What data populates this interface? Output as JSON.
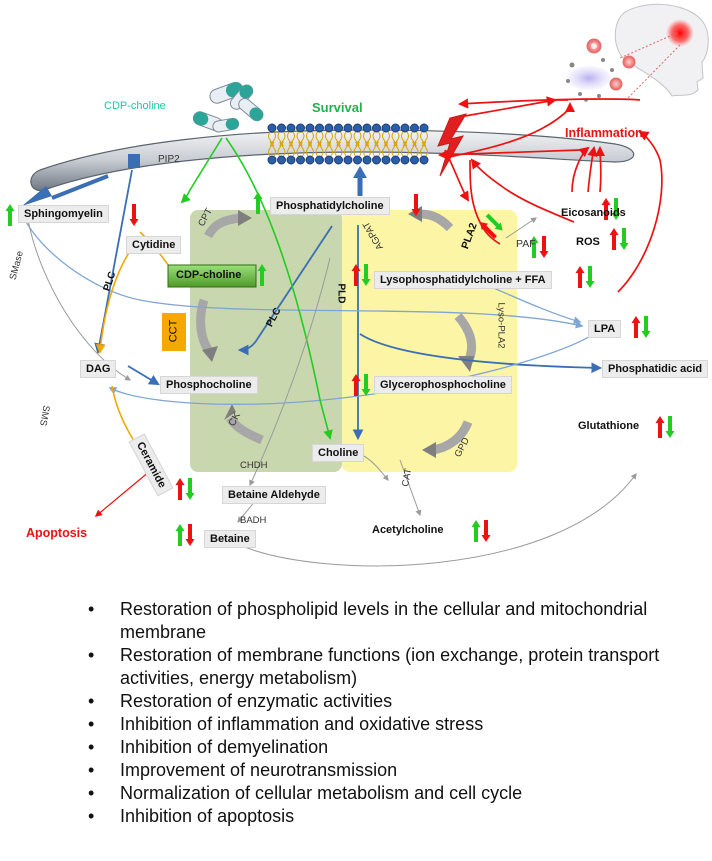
{
  "labels": {
    "cdp_choline_top": "CDP-choline",
    "survival": "Survival",
    "inflammation": "Inflammation",
    "pip2": "PIP2",
    "sphingomyelin": "Sphingomyelin",
    "cytidine": "Cytidine",
    "cpt": "CPT",
    "phosphatidylcholine": "Phosphatidylcholine",
    "pla2": "PLA2",
    "agpat": "AGPAT",
    "paf": "PAF",
    "eicosanoids": "Eicosanoids",
    "ros": "ROS",
    "smase": "SMase",
    "plc_left": "PLC",
    "cdp_choline_box": "CDP-choline",
    "lysopc": "Lysophosphatidylcholine + FFA",
    "cct": "CCT",
    "plc_mid": "PLC",
    "pld": "PLD",
    "lyso_pla2": "Lyso-PLA2",
    "lpa": "LPA",
    "dag": "DAG",
    "phosphocholine": "Phosphocholine",
    "gpc": "Glycerophosphocholine",
    "phosphatidic_acid": "Phosphatidic  acid",
    "sms": "SMS",
    "glutathione": "Glutathione",
    "ck": "CK",
    "choline": "Choline",
    "gpd": "GPD",
    "ceramide": "Ceramide",
    "chdh": "CHDH",
    "cat": "CAT",
    "betaine_aldehyde": "Betaine Aldehyde",
    "apoptosis": "Apoptosis",
    "badh": "BADH",
    "betaine": "Betaine",
    "acetylcholine": "Acetylcholine"
  },
  "bullets": [
    "Restoration of phospholipid levels in the cellular and mitochondrial membrane",
    "Restoration of membrane functions (ion exchange, protein transport activities, energy metabolism)",
    "Restoration of enzymatic activities",
    "Inhibition of inflammation and oxidative stress",
    "Inhibition of demyelination",
    "Improvement of neurotransmission",
    "Normalization of cellular metabolism and cell cycle",
    "Inhibition of apoptosis"
  ],
  "colors": {
    "up": "#22cc22",
    "down": "#ee1111",
    "inflammation": "#ee1111",
    "green_panel": "#c9d7ae",
    "yellow_panel": "#fdf5a6"
  }
}
